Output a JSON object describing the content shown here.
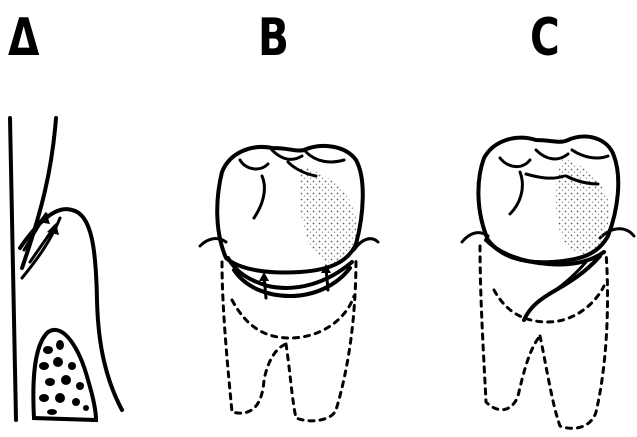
{
  "labels": {
    "a": "Δ",
    "b": "B",
    "c": "C"
  },
  "colors": {
    "ink": "#000000",
    "background": "#ffffff",
    "stipple": "#8a8a8a"
  }
}
